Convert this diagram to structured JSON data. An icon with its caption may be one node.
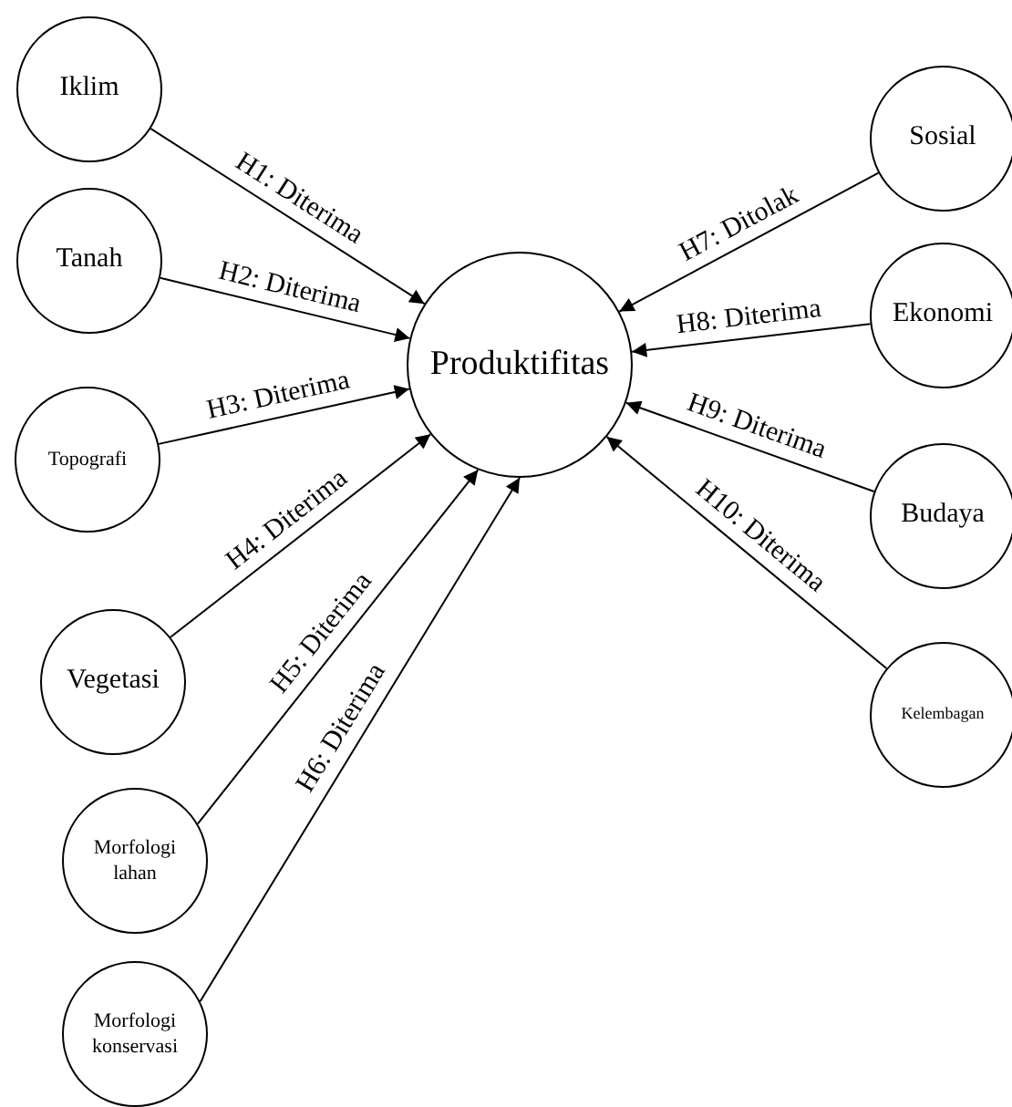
{
  "diagram": {
    "nodes": [
      {
        "text": [
          "Produktifitas"
        ]
      },
      {
        "text": [
          "Iklim"
        ]
      },
      {
        "text": [
          "Tanah"
        ]
      },
      {
        "text": [
          "Topografi"
        ]
      },
      {
        "text": [
          "Vegetasi"
        ]
      },
      {
        "text": [
          "Morfologi lahan"
        ]
      },
      {
        "text": [
          "Morfologi konservasi"
        ]
      },
      {
        "text": [
          "Sosial"
        ]
      },
      {
        "text": [
          "Ekonomi"
        ]
      },
      {
        "text": [
          "Budaya"
        ]
      },
      {
        "text": [
          "Kelembagan"
        ]
      }
    ],
    "edges": [
      {
        "from": 1,
        "to": 0,
        "arrow": "to",
        "label": "H1: Diterima"
      },
      {
        "from": 2,
        "to": 0,
        "arrow": "to",
        "label": "H2: Diterima"
      },
      {
        "from": 3,
        "to": 0,
        "arrow": "to",
        "label": "H3: Diterima"
      },
      {
        "from": 4,
        "to": 0,
        "arrow": "to",
        "label": "H4: Diterima"
      },
      {
        "from": 5,
        "to": 0,
        "arrow": "to",
        "label": "H5: Diterima"
      },
      {
        "from": 6,
        "to": 0,
        "arrow": "to",
        "label": "H6: Diterima"
      },
      {
        "from": 7,
        "to": 0,
        "arrow": "to",
        "label": "H7: Ditolak"
      },
      {
        "from": 8,
        "to": 0,
        "arrow": "to",
        "label": "H8: Diterima"
      },
      {
        "from": 9,
        "to": 0,
        "arrow": "to",
        "label": "H9: Diterima"
      },
      {
        "from": 10,
        "to": 0,
        "arrow": "to",
        "label": "H10: Diterima"
      }
    ]
  }
}
